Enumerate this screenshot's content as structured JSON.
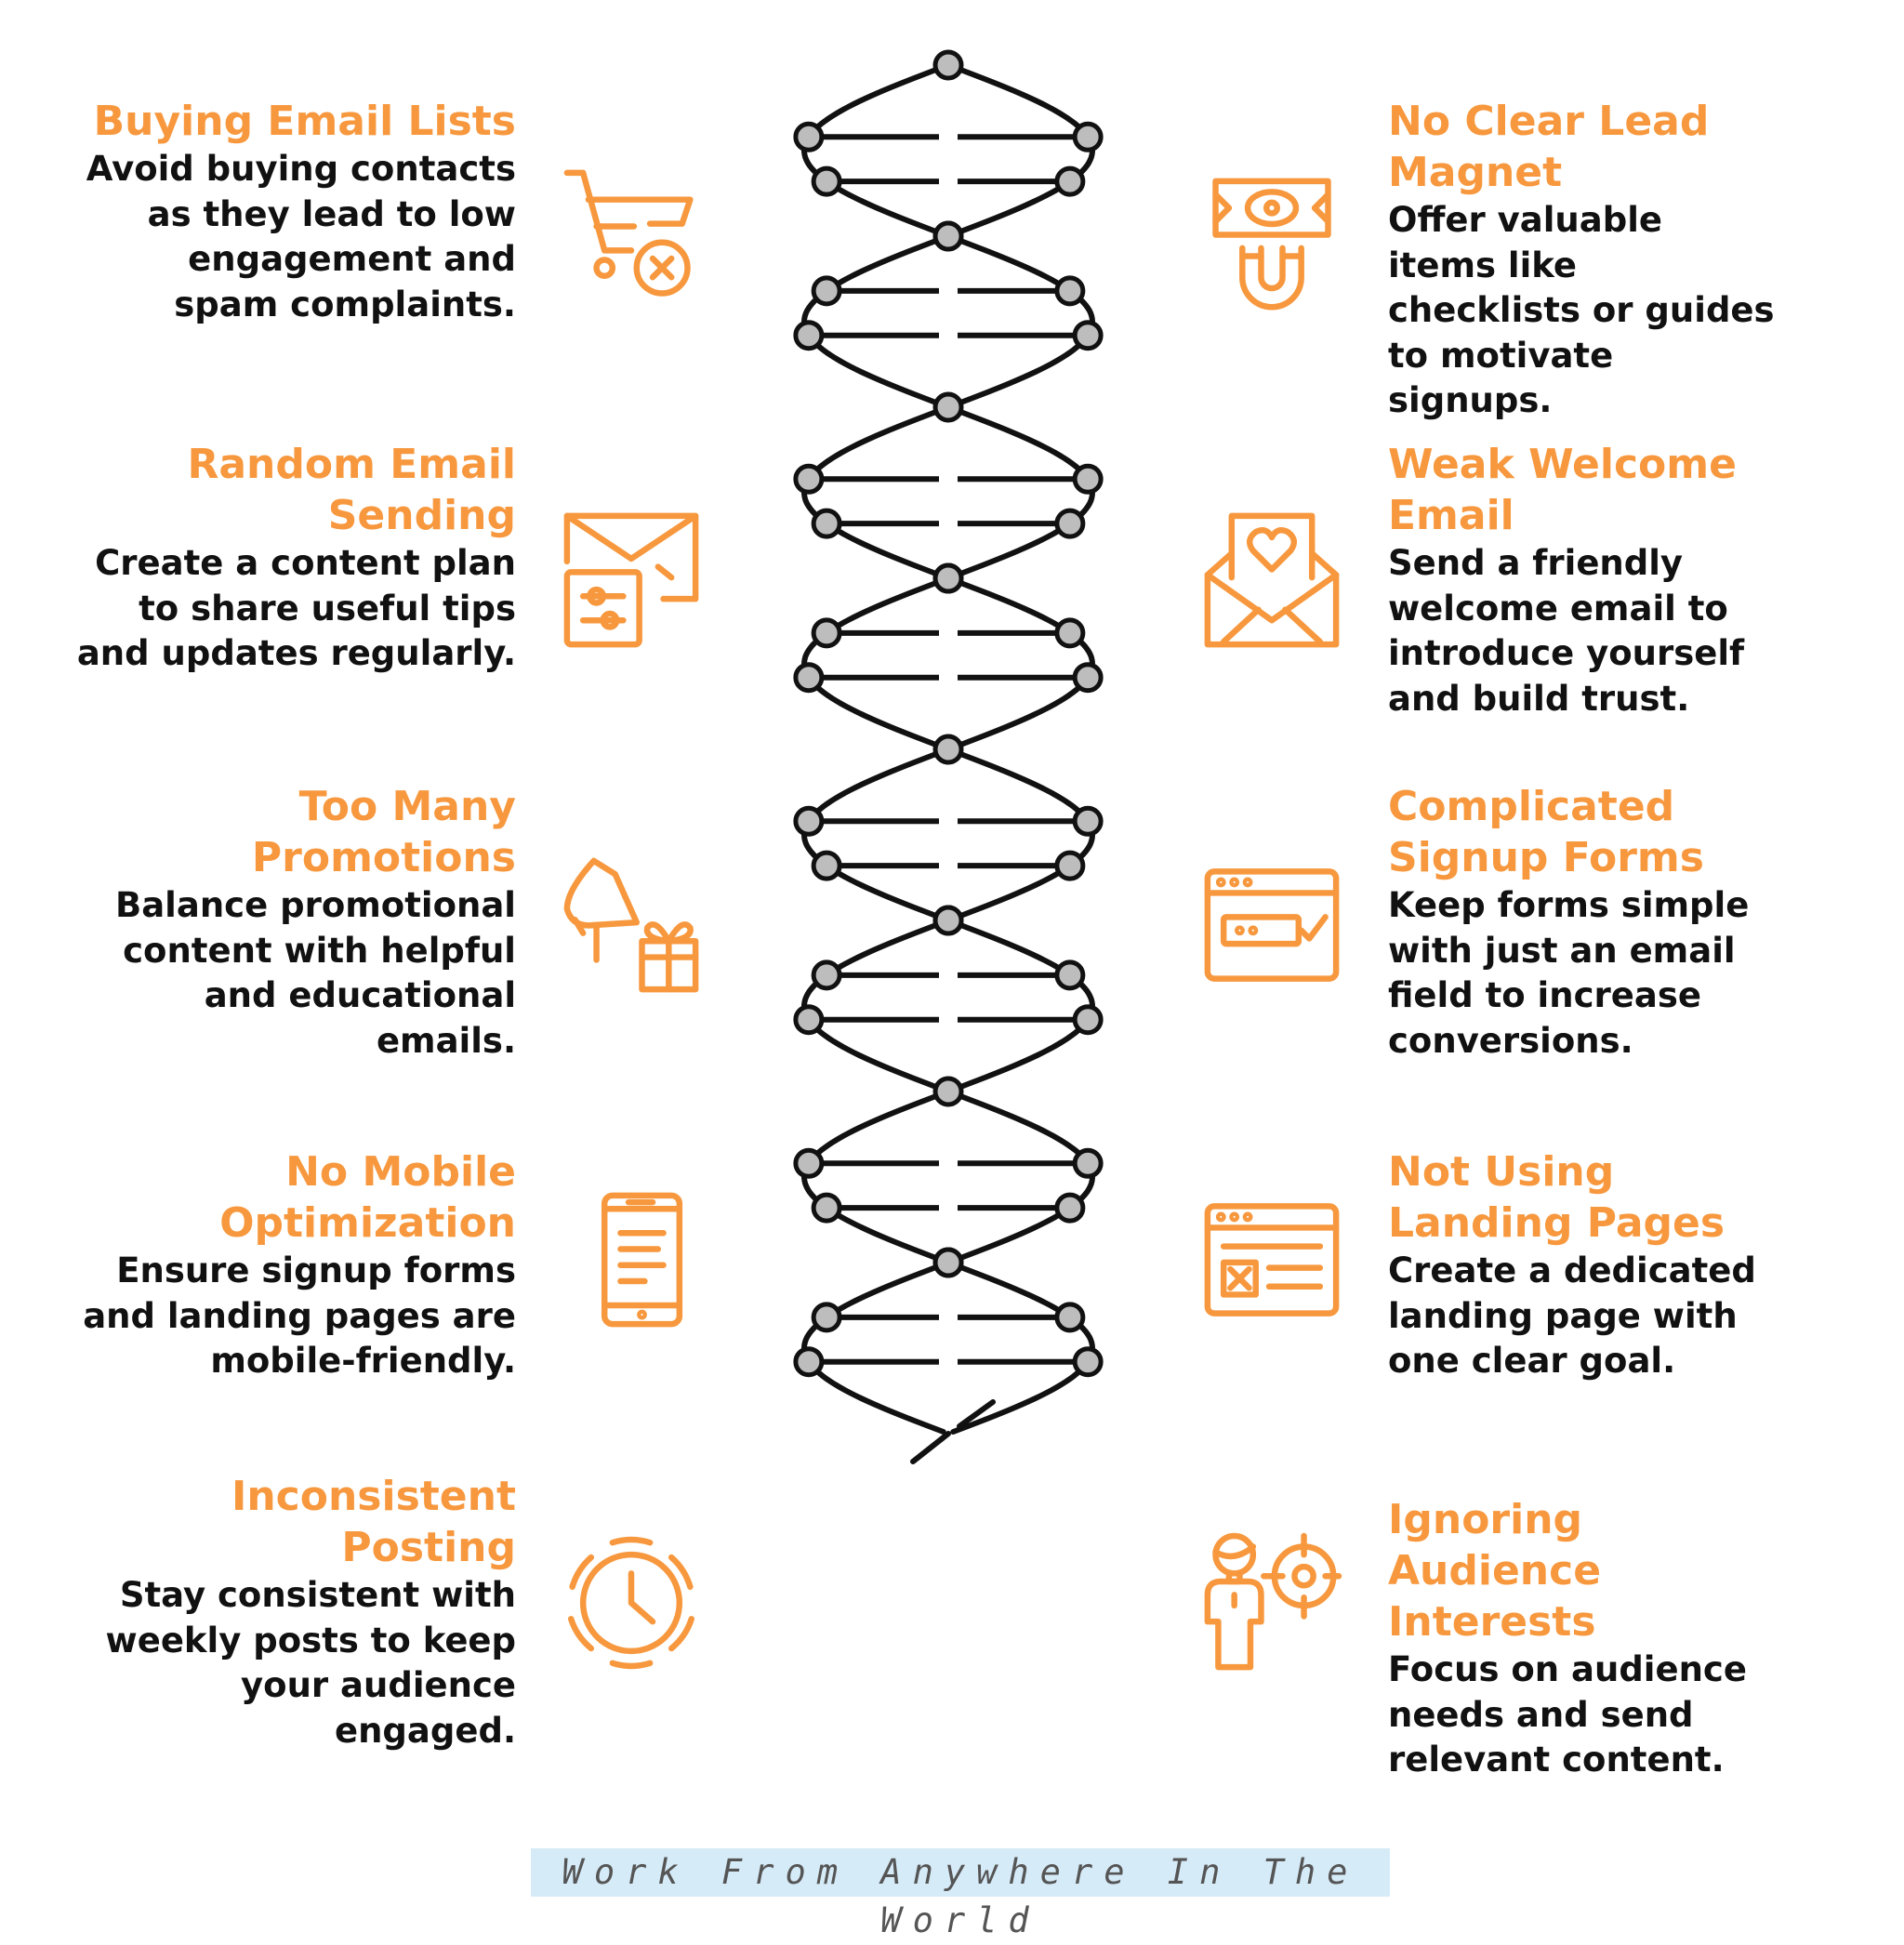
{
  "colors": {
    "accent": "#f7983e",
    "text": "#111111",
    "helix": "#111111",
    "node_fill": "#bdbdbd",
    "footer_bg": "#d6ebf8"
  },
  "left_items": [
    {
      "title": "Buying Email Lists",
      "description": "Avoid buying contacts as they lead to low engagement and spam complaints.",
      "icon": "shopping-cart-remove-icon"
    },
    {
      "title": "Random Email Sending",
      "description": "Create a content plan to share useful tips and updates regularly.",
      "icon": "mail-settings-icon"
    },
    {
      "title": "Too Many Promotions",
      "description": "Balance promotional content with helpful and educational emails.",
      "icon": "megaphone-gift-icon"
    },
    {
      "title": "No Mobile Optimization",
      "description": "Ensure signup forms and landing pages are mobile-friendly.",
      "icon": "mobile-phone-icon"
    },
    {
      "title": "Inconsistent Posting",
      "description": "Stay consistent with weekly posts to keep your audience engaged.",
      "icon": "clock-icon"
    }
  ],
  "right_items": [
    {
      "title": "No Clear Lead Magnet",
      "description": "Offer valuable items like checklists or guides to motivate signups.",
      "icon": "money-magnet-icon"
    },
    {
      "title": "Weak Welcome Email",
      "description": "Send a friendly welcome email to introduce yourself and build trust.",
      "icon": "heart-envelope-icon"
    },
    {
      "title": "Complicated Signup Forms",
      "description": "Keep forms simple with just an email field to increase conversions.",
      "icon": "browser-form-check-icon"
    },
    {
      "title": "Not Using Landing Pages",
      "description": "Create a dedicated landing page with one clear goal.",
      "icon": "browser-layout-icon"
    },
    {
      "title": "Ignoring Audience Interests",
      "description": "Focus on audience needs and send relevant content.",
      "icon": "person-target-icon"
    }
  ],
  "footer": {
    "text": "Work From Anywhere In The World"
  }
}
